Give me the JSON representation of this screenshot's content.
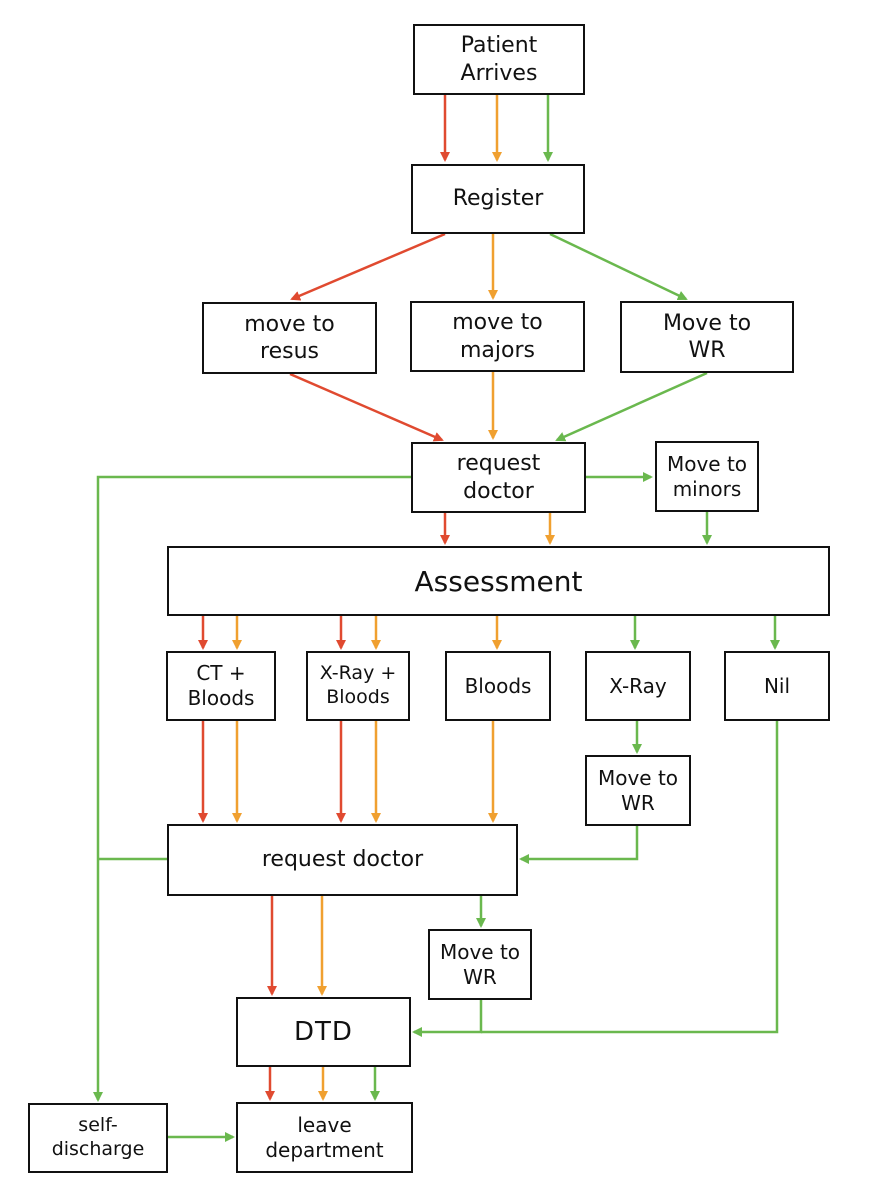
{
  "colors": {
    "red": "#e04a30",
    "orange": "#f0a030",
    "green": "#6ab84e"
  },
  "nodes": {
    "patient_arrives": "Patient\nArrives",
    "register": "Register",
    "move_to_resus": "move to\nresus",
    "move_to_majors": "move to\nmajors",
    "move_to_wr_1": "Move to\nWR",
    "request_doctor_1": "request\ndoctor",
    "move_to_minors": "Move to\nminors",
    "assessment": "Assessment",
    "ct_bloods": "CT +\nBloods",
    "xray_bloods": "X-Ray +\nBloods",
    "bloods": "Bloods",
    "xray": "X-Ray",
    "nil": "Nil",
    "move_to_wr_2": "Move to\nWR",
    "request_doctor_2": "request doctor",
    "move_to_wr_3": "Move to\nWR",
    "dtd": "DTD",
    "self_discharge": "self-\ndischarge",
    "leave_department": "leave\ndepartment"
  }
}
